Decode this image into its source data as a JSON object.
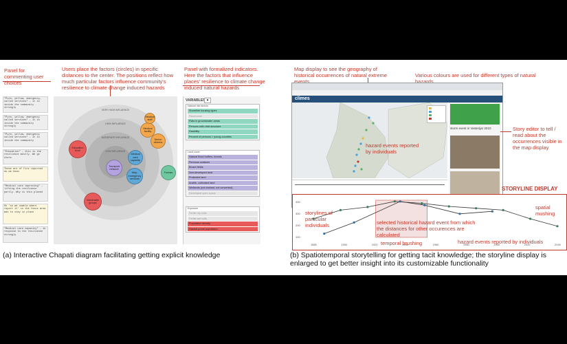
{
  "left": {
    "annotations": {
      "comment_panel": "Panel for commenting user choices",
      "center_note": "Users place the factors (circles) in specific distances to the center. The positions reflect how much particular factors influence community's resilience to climate change induced hazards",
      "indicators_panel": "Panel with formalized indicators. Here the factors that influence places' resilience to climate change induced natural hazards"
    },
    "comments": [
      {
        "t": "\"Pure, yellow, emergency, called services\" – it is inside the community strongly"
      },
      {
        "t": "\"Pure, yellow, emergency called services\" – it is inside the community strongly"
      },
      {
        "t": "\"Pure, yellow, emergency called services\" – it is inside the community"
      },
      {
        "t": "\"Education\" – this is the resilience mostly. We go there"
      },
      {
        "t": "These are of fire reported as we know"
      },
      {
        "t": "\"Medical care improving\" – lifting the resilience partly. Why is this placed"
      },
      {
        "t": "Ok 'so we unable where report it' in the focus area was to stay in place"
      },
      {
        "t": "\"Medical care capacity\" – in response to the resilience strongly"
      }
    ],
    "diagram": {
      "ring_labels": [
        "VERY HIGH INFLUENCE",
        "HIGH INFLUENCE",
        "MODERATE INFLUENCE",
        "LOW INFLUENCE"
      ],
      "factors": [
        {
          "label": "Medical facility",
          "color": "#f3a64a"
        },
        {
          "label": "Senior citizens",
          "color": "#f3a64a"
        },
        {
          "label": "Medical staff",
          "color": "#f3a64a"
        },
        {
          "label": "Education level",
          "color": "#e85a5a"
        },
        {
          "label": "Medical care capacity",
          "color": "#5fa8d8"
        },
        {
          "label": "Transport network",
          "color": "#b4a3e0"
        },
        {
          "label": "Help, emergency services",
          "color": "#5fa8d8"
        },
        {
          "label": "Forests",
          "color": "#6fc7a0"
        },
        {
          "label": "Vulnerable groups",
          "color": "#e85a5a"
        }
      ]
    },
    "variables": {
      "title": "VARIABLES",
      "groups": [
        {
          "header": "Natural risk factors",
          "color": "#8fd7c0",
          "items": [
            "Shoreline housing types",
            "Flood zone",
            "Flats in groundwater areas",
            "Persons with child structure",
            "Disability",
            "Percent of persons > young counties"
          ]
        },
        {
          "header": "Land cover",
          "color": "#b9b2dd",
          "items": [
            "Natural flood buffers, forests",
            "Pervious surfaces",
            "Brown fields",
            "Non-developed land",
            "Protected land",
            "Arable, cultivated land",
            "Wetlands (not drained, not converted)",
            "Developed open space"
          ]
        },
        {
          "header": "Exposure",
          "color": "#e85a5a",
          "items": [
            "Fertile dry soils",
            "Fertile wet soils",
            "Population density",
            "Hazard prone population"
          ]
        }
      ]
    },
    "caption": "Interactive Chapati diagram facilitating getting explicit knowledge",
    "caption_letter": "(a)"
  },
  "right": {
    "annotations": {
      "map_display": "Map display to see the geography of historical occurrences of natural extreme events",
      "colours": "Various colours are used for different types of natural hazards",
      "story_editor": "Story editor to tell / read about the occurrences visible in the map display",
      "hazard_events": "hazard events reported by individuals",
      "storyline_display": "STORYLINE DISPLAY",
      "spatial_mushing": "spatial mushing",
      "storylines": "storylines of particular individuals",
      "selected_event": "selected historical hazard event from which the distances for other occurences are calculated",
      "temporal_brushing": "temporal brushing",
      "reported_individuals": "hazard events reported by individuals"
    },
    "app_logo": "climes",
    "story_item": "storm event in Vasterijar 2010",
    "storyline_years": [
      "1880",
      "1900",
      "1920",
      "1940",
      "1960",
      "1980",
      "2000",
      "2020",
      "2040"
    ],
    "storyline_yaxis": [
      "400",
      "300",
      "200",
      "100"
    ],
    "legend_colors": [
      "#e8b93a",
      "#4aa0d8",
      "#58b16a",
      "#c0392b"
    ],
    "chart_data": {
      "type": "line",
      "series": [
        {
          "values": [
            [
              0,
              150
            ],
            [
              1,
              220
            ],
            [
              2,
              245
            ],
            [
              3,
              290
            ],
            [
              4,
              275
            ],
            [
              5,
              250
            ],
            [
              6,
              235
            ],
            [
              7,
              220
            ],
            [
              8,
              150
            ],
            [
              9,
              90
            ]
          ],
          "color": "#333"
        },
        {
          "values": [
            [
              0.4,
              30
            ],
            [
              1.5,
              120
            ],
            [
              3.2,
              290
            ],
            [
              4.1,
              260
            ],
            [
              5.4,
              190
            ],
            [
              6.6,
              210
            ]
          ],
          "color": "#333"
        }
      ]
    },
    "caption": "Spatiotemporal storytelling for getting tacit knowledge; the storyline display is enlarged to get better insight into its customizable functionality",
    "caption_letter": "(b)"
  }
}
